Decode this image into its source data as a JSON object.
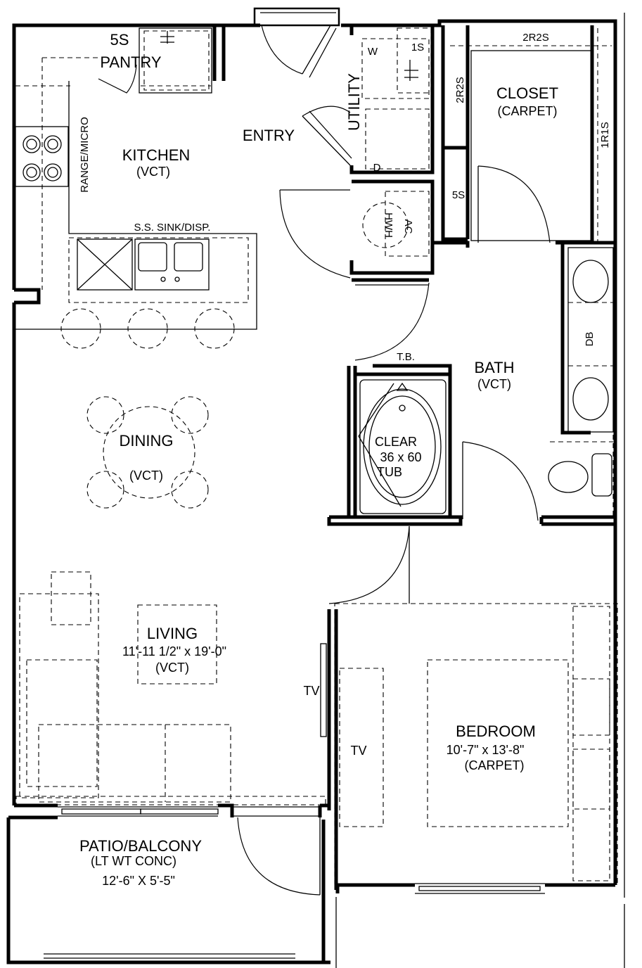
{
  "rooms": {
    "pantry": {
      "code": "5S",
      "name": "PANTRY"
    },
    "kitchen": {
      "name": "KITCHEN",
      "finish": "(VCT)"
    },
    "range": "RANGE/MICRO",
    "sink": "S.S. SINK/DISP.",
    "entry": "ENTRY",
    "utility": {
      "name": "UTILITY",
      "washer": "W",
      "dryer": "D",
      "shelf": "1S"
    },
    "hwh": "HWH",
    "ac": "AC",
    "closet": {
      "name": "CLOSET",
      "finish": "(CARPET)",
      "shelf_top": "2R2S",
      "shelf_left": "2R2S",
      "shelf_right": "1R1S",
      "linen": "5S"
    },
    "bath": {
      "name": "BATH",
      "finish": "(VCT)",
      "db": "DB",
      "tb": "T.B."
    },
    "tub": {
      "line1": "CLEAR",
      "line2": "36 x 60",
      "line3": "TUB"
    },
    "dining": {
      "name": "DINING",
      "finish": "(VCT)"
    },
    "living": {
      "name": "LIVING",
      "dims": "11'-11 1/2\" x 19'-0\"",
      "finish": "(VCT)",
      "tv": "TV"
    },
    "bedroom": {
      "name": "BEDROOM",
      "dims": "10'-7\" x 13'-8\"",
      "finish": "(CARPET)",
      "tv": "TV"
    },
    "patio": {
      "name": "PATIO/BALCONY",
      "finish": "(LT WT CONC)",
      "dims": "12'-6\" X 5'-5\""
    }
  }
}
